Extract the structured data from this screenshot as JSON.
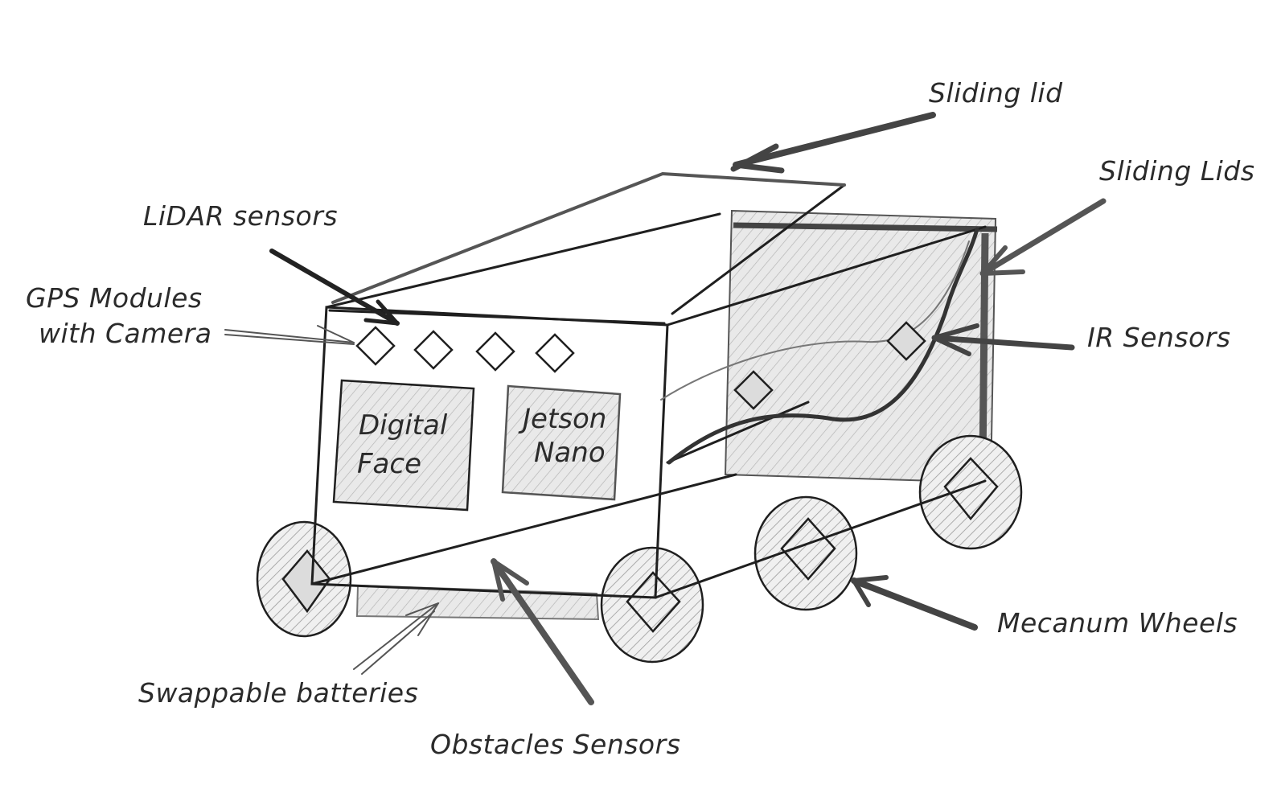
{
  "diagram": {
    "labels": {
      "sliding_lid": "Sliding lid",
      "sliding_lids": "Sliding Lids",
      "lidar_sensors": "LiDAR sensors",
      "gps_line1": "GPS Modules",
      "gps_line2": "with Camera",
      "ir_sensors": "IR Sensors",
      "mecanum_wheels": "Mecanum Wheels",
      "swappable_batteries": "Swappable batteries",
      "obstacles_sensors": "Obstacles Sensors"
    },
    "panels": {
      "digital_face_line1": "Digital",
      "digital_face_line2": "Face",
      "jetson_line1": "Jetson",
      "jetson_line2": "Nano"
    },
    "colors": {
      "ink": "#1f1f1f",
      "arrow": "#555555",
      "hatch": "#9a9a9a",
      "fill": "#e6e6e6"
    }
  }
}
